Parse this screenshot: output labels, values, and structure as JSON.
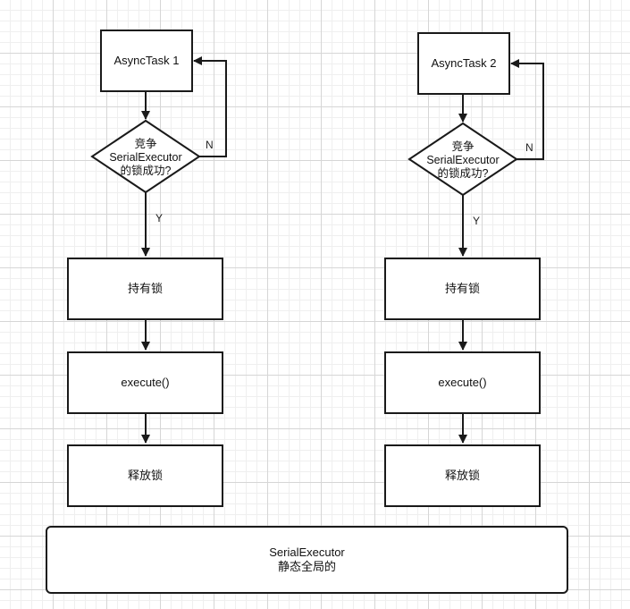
{
  "diagram": {
    "lanes": [
      {
        "task_label": "AsyncTask 1",
        "decision_label": "竞争\nSerialExecutor\n的锁成功?",
        "no_label": "N",
        "yes_label": "Y",
        "hold_lock_label": "持有锁",
        "execute_label": "execute()",
        "release_lock_label": "释放锁"
      },
      {
        "task_label": "AsyncTask 2",
        "decision_label": "竞争\nSerialExecutor\n的锁成功?",
        "no_label": "N",
        "yes_label": "Y",
        "hold_lock_label": "持有锁",
        "execute_label": "execute()",
        "release_lock_label": "释放锁"
      }
    ],
    "shared": {
      "line1": "SerialExecutor",
      "line2": "静态全局的"
    }
  }
}
